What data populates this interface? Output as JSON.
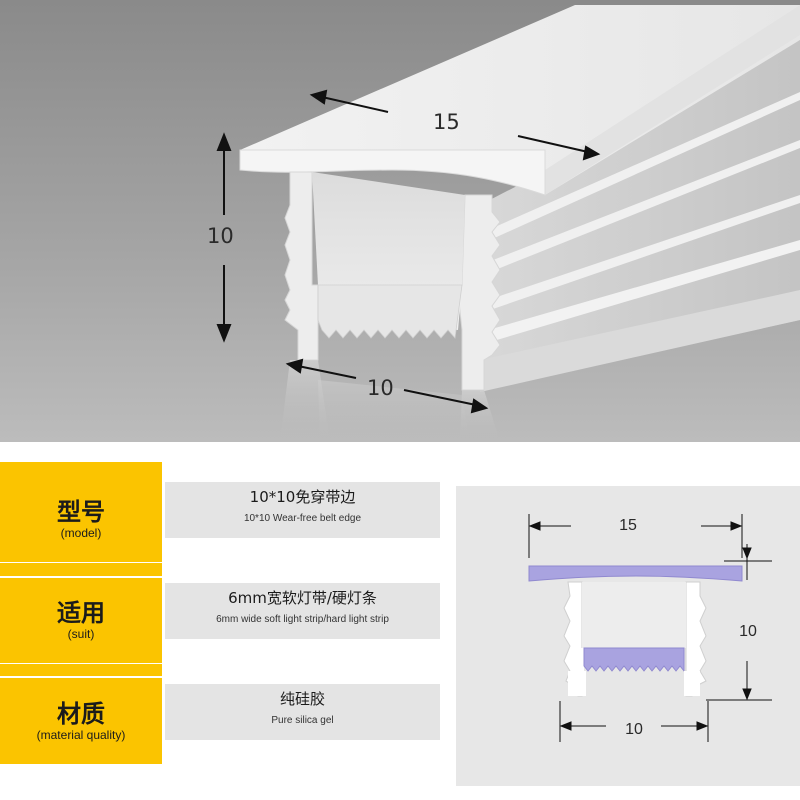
{
  "hero": {
    "width_label": "15",
    "height_label": "10",
    "bottom_label": "10"
  },
  "specs": [
    {
      "label_cn": "型号",
      "label_en": "(model)",
      "value_cn": "10*10免穿带边",
      "value_en": "10*10 Wear-free belt edge"
    },
    {
      "label_cn": "适用",
      "label_en": "(suit)",
      "value_cn": "6mm宽软灯带/硬灯条",
      "value_en": "6mm wide soft light strip/hard light strip"
    },
    {
      "label_cn": "材质",
      "label_en": "(material quality)",
      "value_cn": "纯硅胶",
      "value_en": "Pure silica gel"
    }
  ],
  "diagram": {
    "top_label": "15",
    "side_label": "10",
    "bottom_label": "10",
    "accent_color": "#a9a3e0"
  },
  "colors": {
    "yellow": "#fbc400",
    "value_box": "#e4e4e4"
  }
}
